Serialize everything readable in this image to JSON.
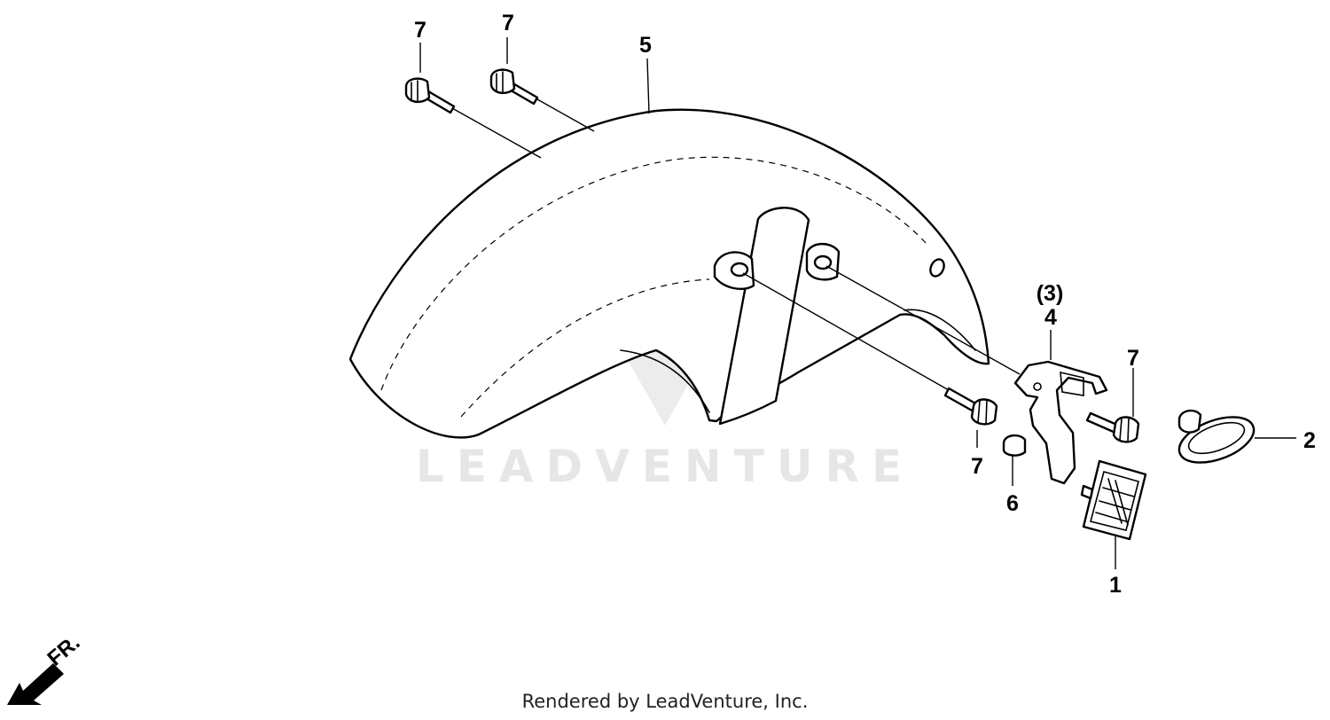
{
  "callouts": {
    "p7_top_left": "7",
    "p7_top_mid": "7",
    "p5": "5",
    "p3": "(3)",
    "p4": "4",
    "p7_right": "7",
    "p2": "2",
    "p7_bottom": "7",
    "p6": "6",
    "p1": "1"
  },
  "direction": {
    "label": "FR."
  },
  "watermark": {
    "text": "LEADVENTURE"
  },
  "footer": {
    "text": "Rendered by LeadVenture, Inc."
  }
}
